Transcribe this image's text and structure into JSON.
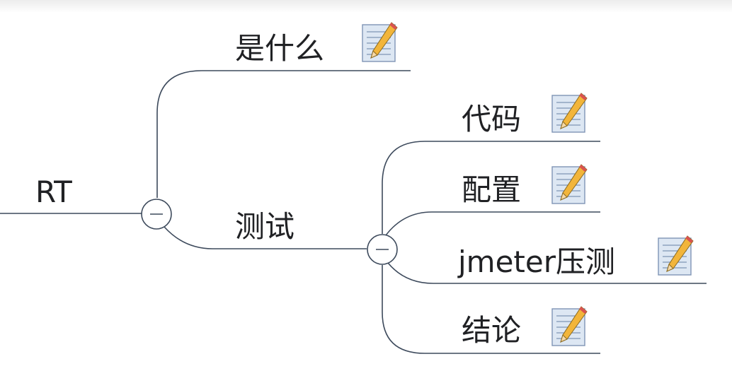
{
  "mindmap": {
    "root": {
      "label": "RT"
    },
    "branches": [
      {
        "label": "是什么",
        "has_note": true
      },
      {
        "label": "测试",
        "has_note": false,
        "collapse_toggle": "−",
        "children": [
          {
            "label": "代码",
            "has_note": true
          },
          {
            "label": "配置",
            "has_note": true
          },
          {
            "label": "jmeter压测",
            "has_note": true
          },
          {
            "label": "结论",
            "has_note": true
          }
        ]
      }
    ],
    "root_collapse_toggle": "−",
    "icons": {
      "note": "note-pencil-icon",
      "collapse": "collapse-minus-icon"
    },
    "colors": {
      "connector": "#3d4a5c",
      "text": "#202124",
      "note_paper": "#dde7f3",
      "note_lines": "#7f95b5",
      "pencil": "#f2b53a"
    }
  }
}
